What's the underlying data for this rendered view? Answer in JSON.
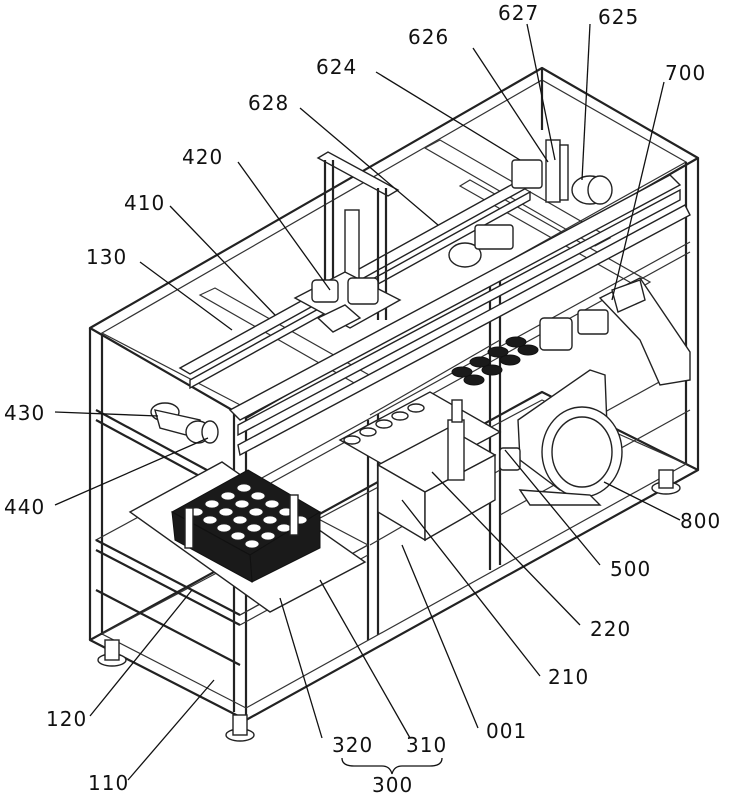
{
  "labels": {
    "l627": "627",
    "l625": "625",
    "l626": "626",
    "l624": "624",
    "l700": "700",
    "l628": "628",
    "l420": "420",
    "l410": "410",
    "l130": "130",
    "l430": "430",
    "l440": "440",
    "l800": "800",
    "l500": "500",
    "l220": "220",
    "l210": "210",
    "l120": "120",
    "l001": "001",
    "l320": "320",
    "l310": "310",
    "l300": "300",
    "l110": "110"
  }
}
